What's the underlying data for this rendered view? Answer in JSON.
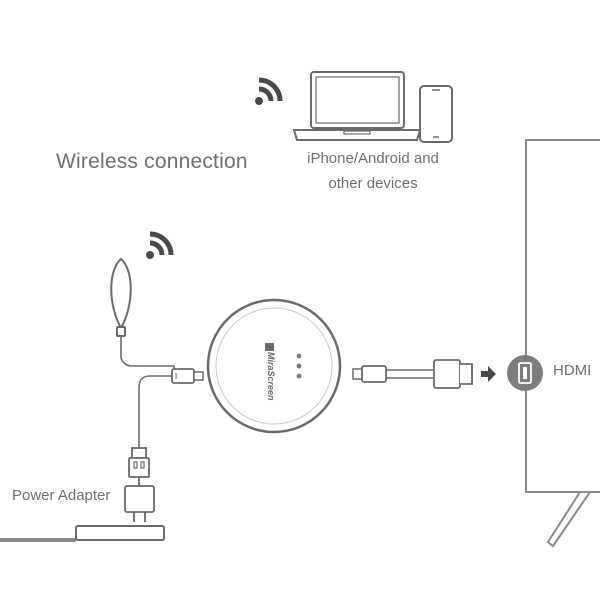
{
  "labels": {
    "wireless_connection": "Wireless connection",
    "devices_line1": "iPhone/Android and",
    "devices_line2": "other devices",
    "hdmi": "HDMI",
    "power_adapter": "Power Adapter",
    "brand": "MiraScreen"
  },
  "colors": {
    "line": "#8a8a8a",
    "icon_dark": "#4a4a4a",
    "text": "#6f6f6f",
    "hdmi_port_bg": "#7d7d7d"
  },
  "icons": [
    "wifi-icon",
    "laptop-icon",
    "phone-icon",
    "antenna-icon",
    "dongle-icon",
    "hdmi-port-icon",
    "power-adapter-icon",
    "usb-plug-icon",
    "hdmi-plug-icon",
    "arrow-right-icon",
    "tv-icon"
  ]
}
